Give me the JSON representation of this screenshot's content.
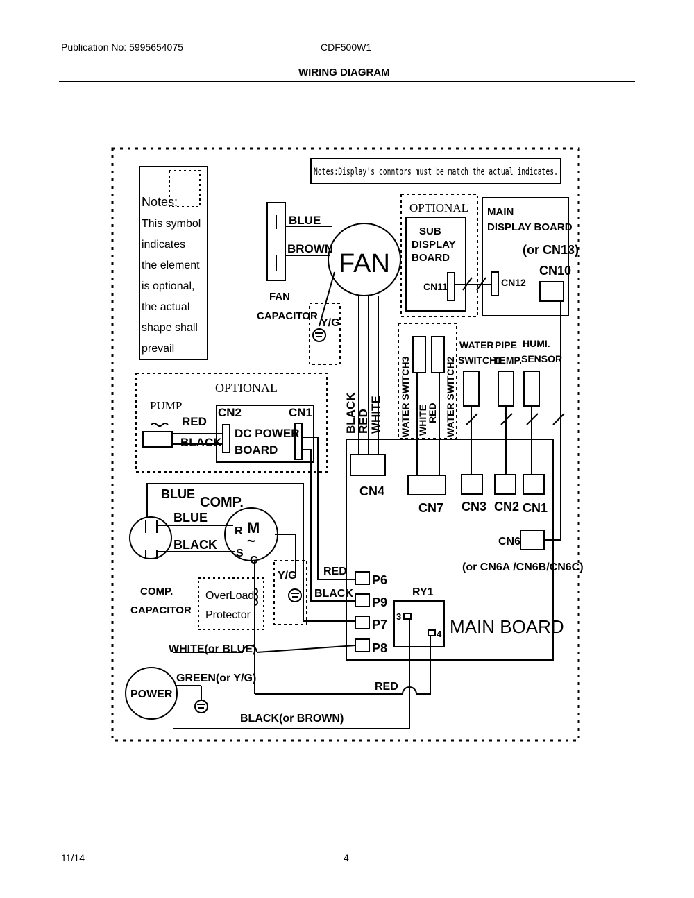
{
  "header": {
    "publication": "Publication No: 5995654075",
    "model": "CDF500W1",
    "title": "WIRING DIAGRAM"
  },
  "footer": {
    "date": "11/14",
    "page": "4"
  },
  "diagram": {
    "notes_box": {
      "heading": "Notes:",
      "lines": [
        "This symbol",
        "indicates",
        "the element",
        "is optional,",
        "the actual",
        "shape shall",
        "prevail"
      ]
    },
    "top_note": "Notes:Display's conntors must be match the actual indicates.",
    "fan": {
      "label": "FAN",
      "capacitor_label_1": "FAN",
      "capacitor_label_2": "CAPACITOR",
      "wire_blue": "BLUE",
      "wire_brown": "BROWN",
      "ground": "Y/G",
      "wire_black": "BLACK",
      "wire_red": "RED",
      "wire_white": "WHITE"
    },
    "optional_display": {
      "optional": "OPTIONAL",
      "sub_board_1": "SUB",
      "sub_board_2": "DISPLAY",
      "sub_board_3": "BOARD",
      "cn11": "CN11",
      "main_board_1": "MAIN",
      "main_board_2": "DISPLAY BOARD",
      "or_cn13": "(or CN13)",
      "cn10": "CN10",
      "cn12": "CN12"
    },
    "sensors": {
      "water_switch3": "WATER SWITCH3",
      "water_switch2": "WATER SWITCH2",
      "white": "WHITE",
      "red": "RED",
      "water_switch1_1": "WATER",
      "water_switch1_2": "SWITCH1",
      "pipe_temp_1": "PIPE",
      "pipe_temp_2": "TEMP.",
      "humi_1": "HUMI.",
      "humi_2": "SENSOR"
    },
    "optional_pump": {
      "optional": "OPTIONAL",
      "pump": "PUMP",
      "red": "RED",
      "black": "BLACK",
      "cn2": "CN2",
      "cn1": "CN1",
      "dc_board_1": "DC POWER",
      "dc_board_2": "BOARD"
    },
    "main_board": {
      "label": "MAIN BOARD",
      "cn4": "CN4",
      "cn7": "CN7",
      "cn3": "CN3",
      "cn2": "CN2",
      "cn1": "CN1",
      "cn6": "CN6",
      "cn6_alt": "(or CN6A /CN6B/CN6C)",
      "ry1": "RY1",
      "relay_3": "3",
      "relay_4": "4",
      "p6": "P6",
      "p9": "P9",
      "p7": "P7",
      "p8": "P8",
      "wire_red": "RED",
      "wire_black": "BLACK"
    },
    "compressor": {
      "comp": "COMP.",
      "blue_top": "BLUE",
      "blue": "BLUE",
      "black": "BLACK",
      "r": "R",
      "s": "S",
      "c": "C",
      "motor": "M",
      "tilde": "~",
      "ground": "Y/G",
      "capacitor_1": "COMP.",
      "capacitor_2": "CAPACITOR",
      "overload_1": "OverLoad",
      "overload_2": "Protector"
    },
    "power": {
      "label": "POWER",
      "white": "WHITE(or BLUE)",
      "green": "GREEN(or Y/G)",
      "black": "BLACK(or BROWN)",
      "red": "RED"
    }
  }
}
